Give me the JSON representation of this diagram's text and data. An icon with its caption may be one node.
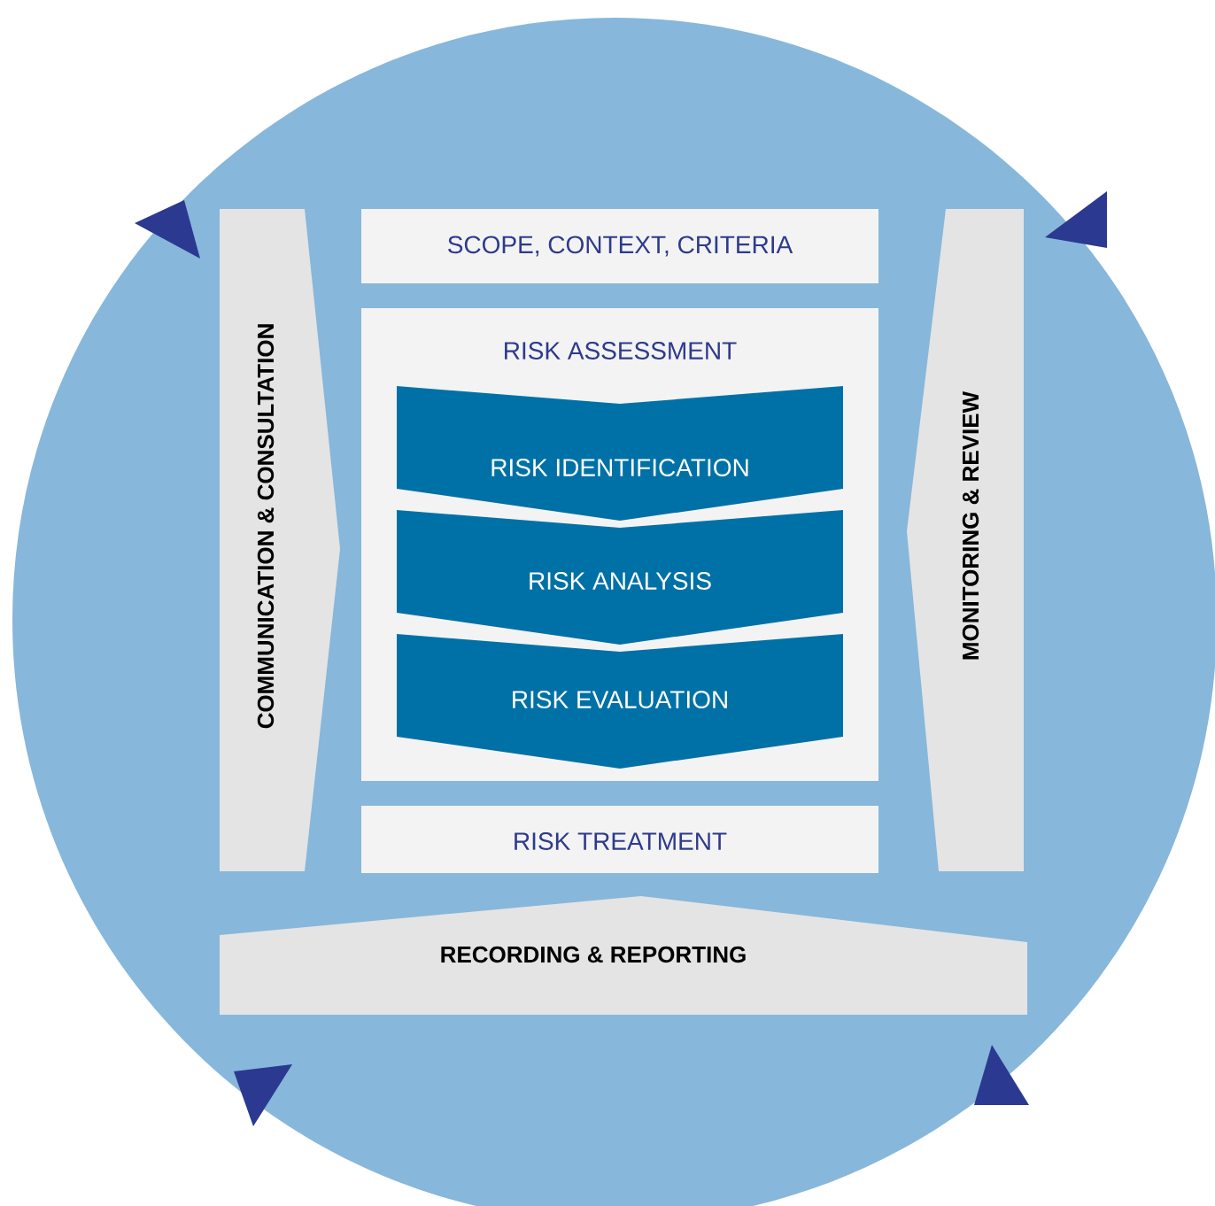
{
  "diagram": {
    "nodes": [
      {
        "text": [],
        "shape": "circle"
      },
      {
        "text": [
          "COMMUNICATION & CONSULTATION"
        ],
        "in": 0
      },
      {
        "text": [
          "SCOPE, CONTEXT, CRITERIA"
        ],
        "in": 0
      },
      {
        "text": [
          "RISK ASSESSMENT"
        ],
        "in": 0
      },
      {
        "text": [
          "RISK IDENTIFICATION"
        ],
        "in": 3
      },
      {
        "text": [
          "RISK ANALYSIS"
        ],
        "in": 3
      },
      {
        "text": [
          "RISK EVALUATION"
        ],
        "in": 3
      },
      {
        "text": [
          "RISK TREATMENT"
        ],
        "in": 0
      },
      {
        "text": [
          "MONITORING & REVIEW"
        ],
        "in": 0
      },
      {
        "text": [
          "RECORDING & REPORTING"
        ],
        "in": 0
      }
    ]
  }
}
